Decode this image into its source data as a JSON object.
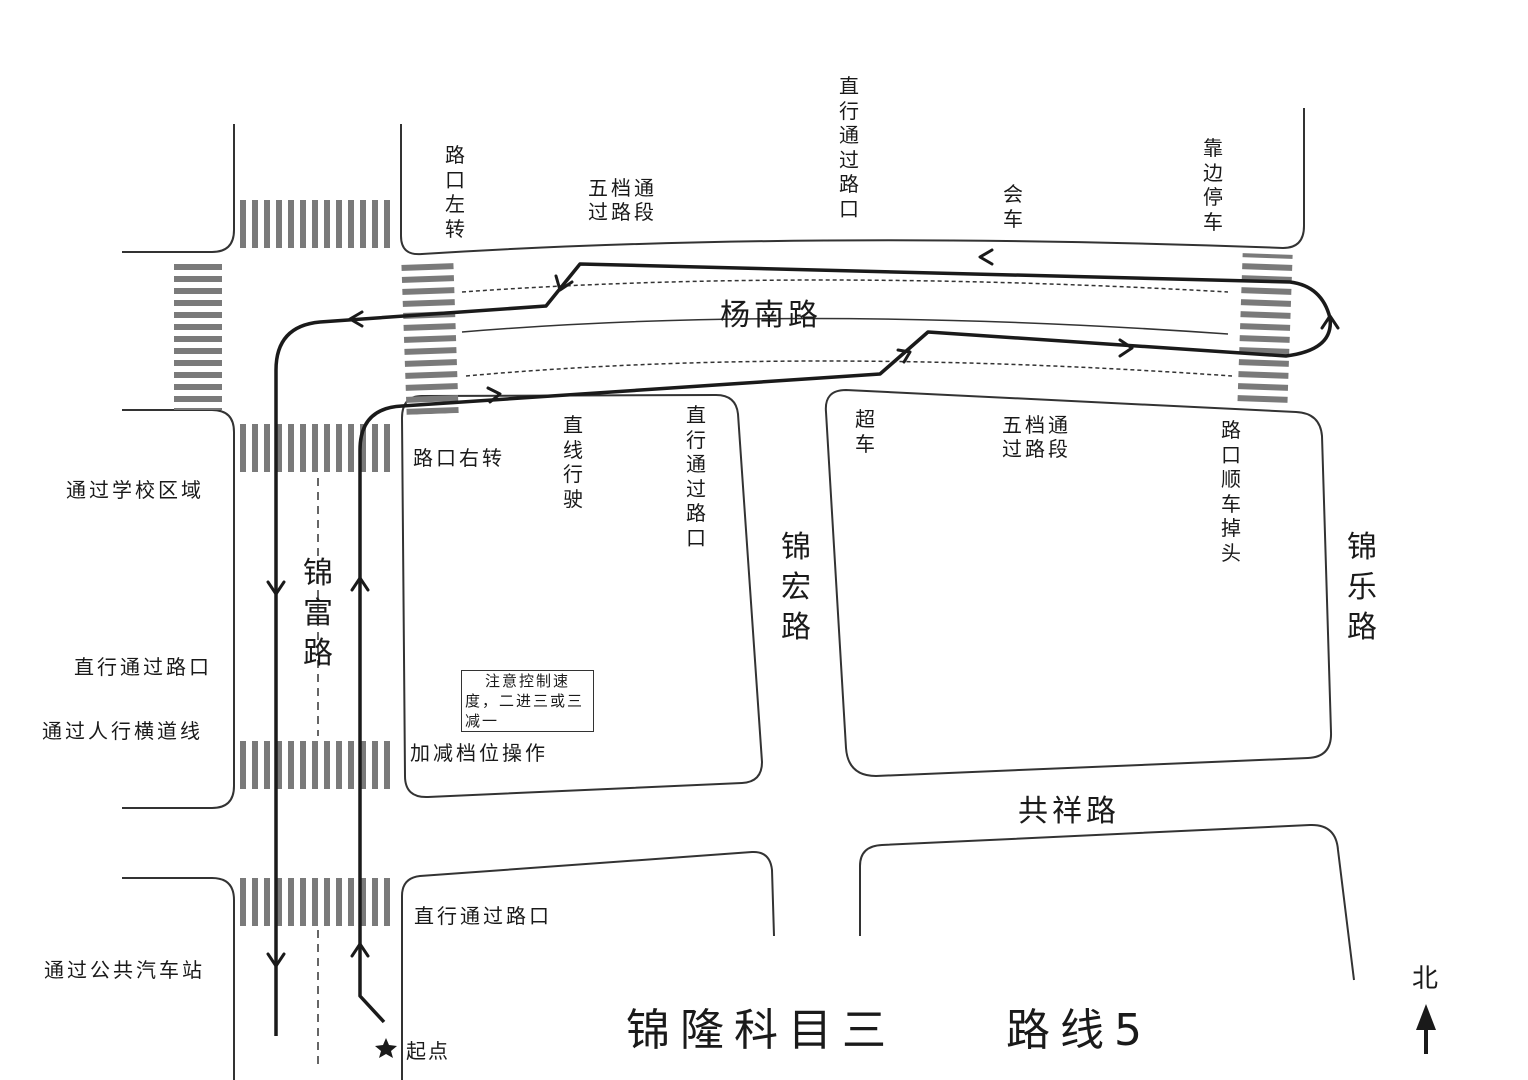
{
  "map": {
    "title": "锦隆科目三",
    "route": "路线5",
    "start_label": "起点",
    "north_label": "北",
    "roads": {
      "jinfu": "锦富路",
      "yangnan": "杨南路",
      "jinhong": "锦宏路",
      "jinle": "锦乐路",
      "gongxiang": "共祥路"
    },
    "labels": {
      "left_turn": "路口左转",
      "fifth_gear_top": "五档通过路段",
      "straight_top": "直行通过路口",
      "meet": "会车",
      "pull_over": "靠边停车",
      "right_turn": "路口右转",
      "straight_drive": "直线行驶",
      "straight_mid": "直行通过路口",
      "overtake": "超车",
      "fifth_gear_mid": "五档通过路段",
      "u_turn": "路口顺车掉头",
      "school": "通过学校区域",
      "straight_left": "直行通过路口",
      "crosswalk": "通过人行横道线",
      "gear_shift": "加减档位操作",
      "straight_bottom": "直行通过路口",
      "bus_stop": "通过公共汽车站",
      "note": "注意控制速度，二进三或三减一"
    },
    "colors": {
      "line": "#1a1a1a",
      "stripe": "#7a7a7a",
      "bg": "#ffffff"
    }
  }
}
